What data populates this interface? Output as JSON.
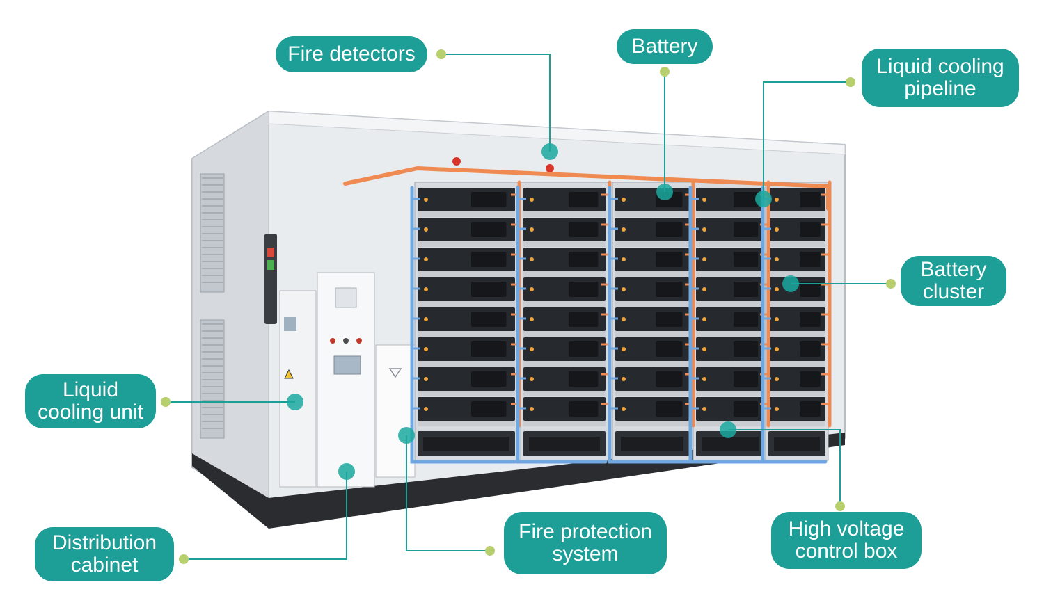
{
  "colors": {
    "label_bg": "#1d9e97",
    "label_text": "#ffffff",
    "leader_line": "#1d9e97",
    "endpoint_dot": "#b7cf6d",
    "target_dot": "#1aa89f",
    "coolant_hot": "#ef8a52",
    "coolant_cold": "#6fa8e0",
    "container_body": "#e9ecef",
    "container_frame": "#2a2c30",
    "module_face": "#26292e"
  },
  "labels": {
    "fire_detectors": "Fire detectors",
    "battery": "Battery",
    "liquid_cooling_pipeline": "Liquid cooling\npipeline",
    "battery_cluster": "Battery\ncluster",
    "liquid_cooling_unit": "Liquid\ncooling unit",
    "distribution_cabinet": "Distribution\ncabinet",
    "fire_protection_system": "Fire protection\nsystem",
    "high_voltage_control_box": "High voltage\ncontrol box"
  },
  "illustration": {
    "subject": "energy-storage-container",
    "battery_cluster_count": 5,
    "modules_per_cluster": 8
  }
}
